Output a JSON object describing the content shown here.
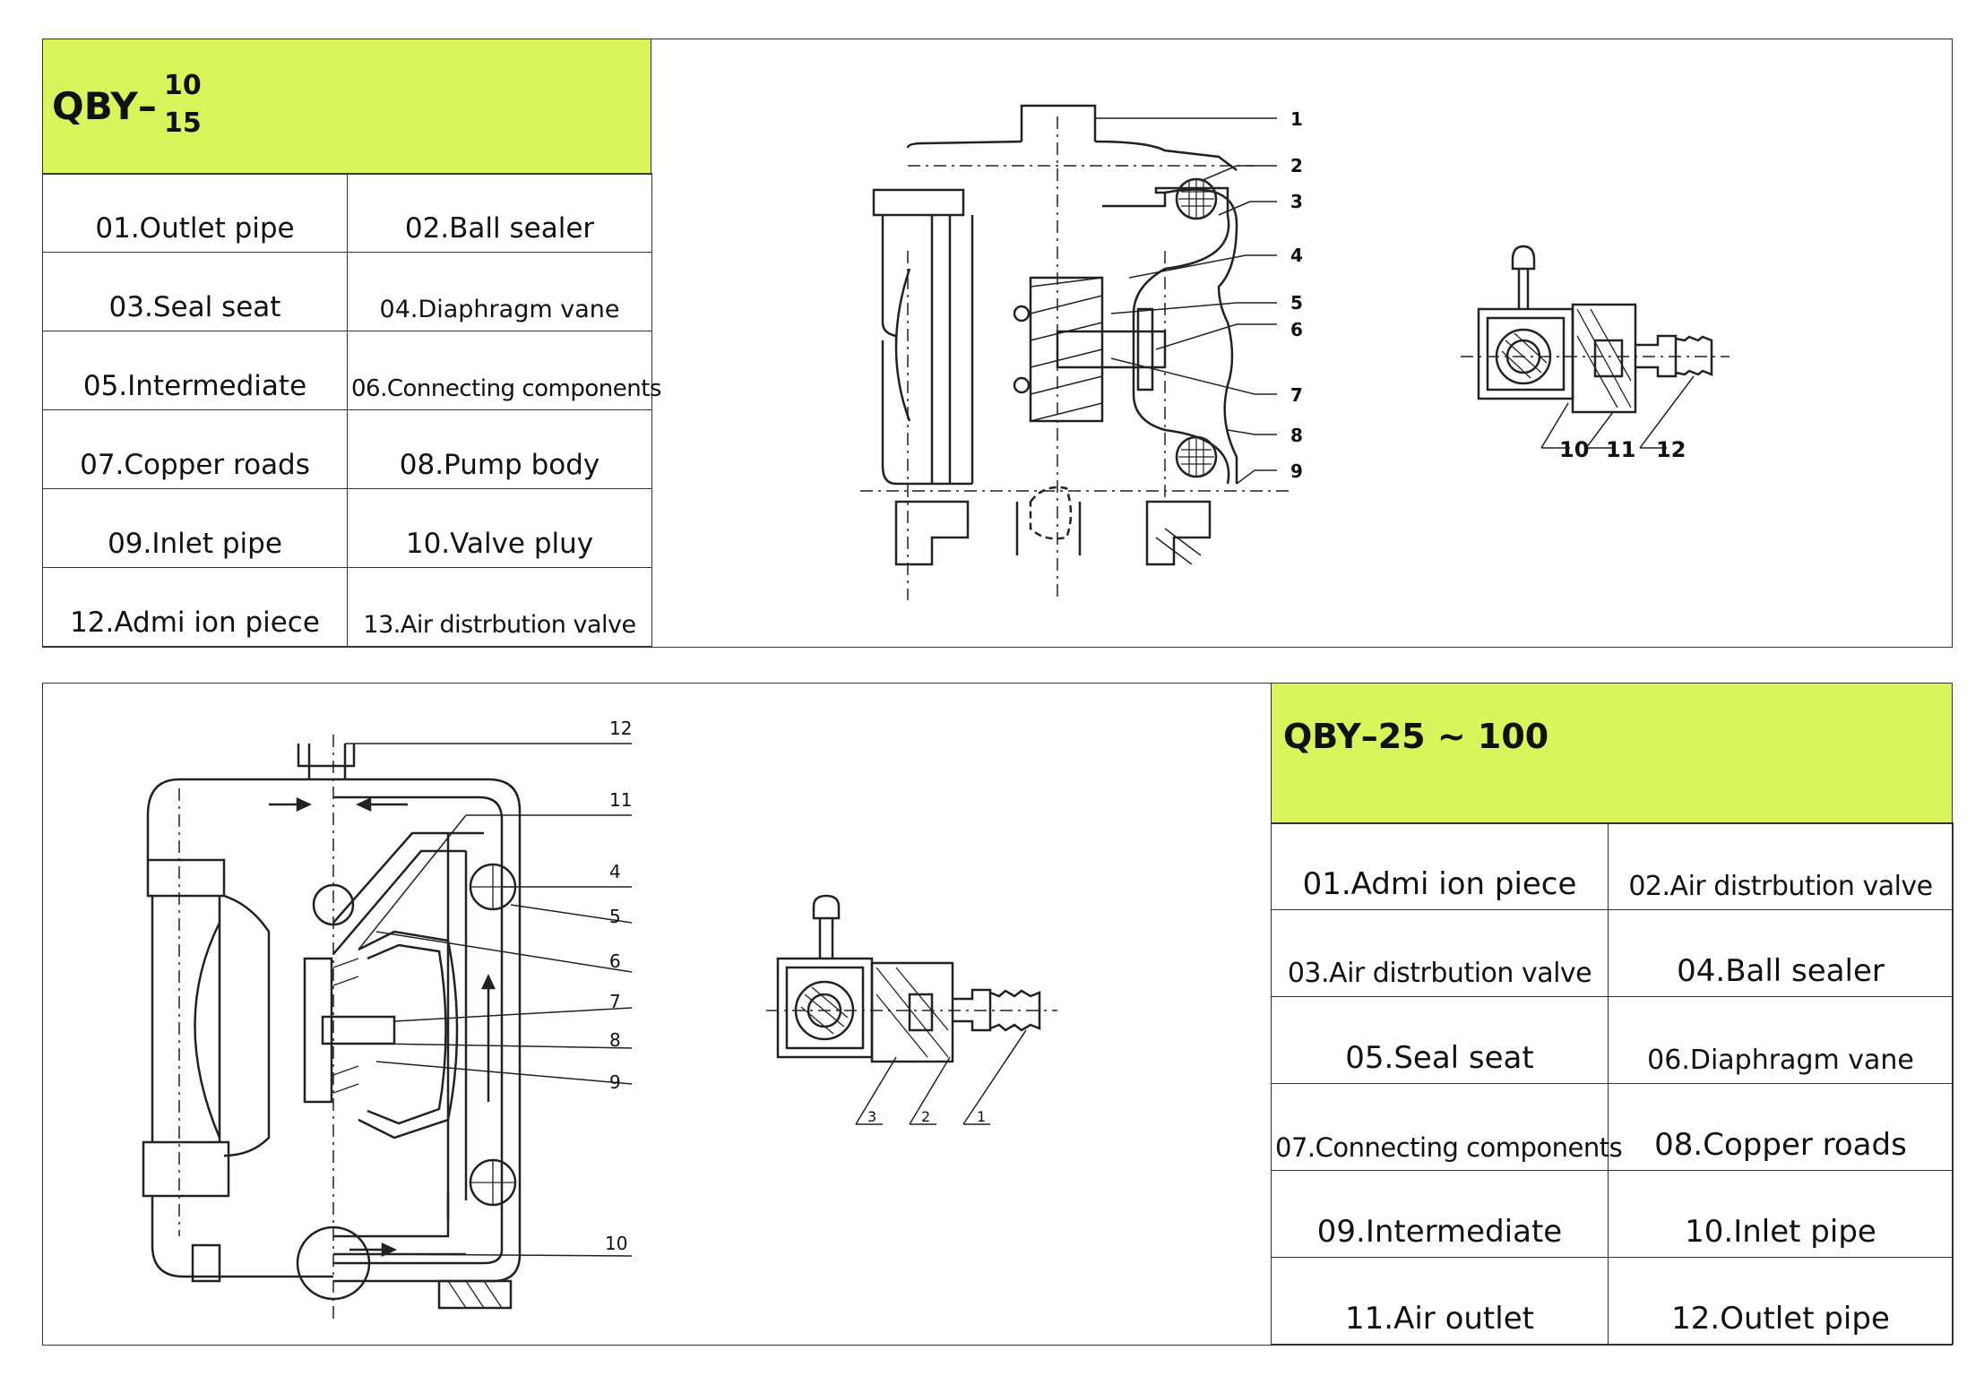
{
  "top": {
    "model_prefix": "QBY–",
    "model_sup": "10",
    "model_sub": "15",
    "parts": [
      [
        "01.Outlet pipe",
        "02.Ball sealer"
      ],
      [
        "03.Seal seat",
        "04.Diaphragm vane"
      ],
      [
        "05.Intermediate",
        "06.Connecting components"
      ],
      [
        "07.Copper roads",
        "08.Pump body"
      ],
      [
        "09.Inlet pipe",
        "10.Valve pluy"
      ],
      [
        "12.Admi  ion piece",
        "13.Air distrbution valve"
      ]
    ],
    "callouts": [
      "1",
      "2",
      "3",
      "4",
      "5",
      "6",
      "7",
      "8",
      "9"
    ],
    "valve_callouts": [
      "10",
      "11",
      "12"
    ]
  },
  "bottom": {
    "model": "QBY–25 ~ 100",
    "parts": [
      [
        "01.Admi  ion piece",
        "02.Air distrbution valve"
      ],
      [
        "03.Air distrbution valve",
        "04.Ball sealer"
      ],
      [
        "05.Seal seat",
        "06.Diaphragm vane"
      ],
      [
        "07.Connecting components",
        "08.Copper roads"
      ],
      [
        "09.Intermediate",
        "10.Inlet pipe"
      ],
      [
        "11.Air outlet",
        "12.Outlet pipe"
      ]
    ],
    "callouts": [
      "12",
      "11",
      "4",
      "5",
      "6",
      "7",
      "8",
      "9",
      "10"
    ],
    "valve_callouts": [
      "3",
      "2",
      "1"
    ]
  },
  "colors": {
    "title_bg": "#d8f55c",
    "line": "#222222",
    "border": "#333333"
  }
}
